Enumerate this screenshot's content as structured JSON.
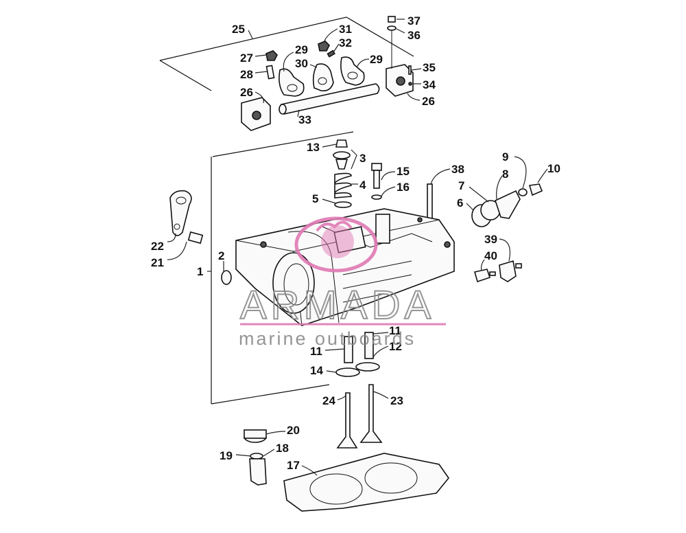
{
  "watermark": {
    "brand": "ARMADA",
    "tagline": "marine outboards",
    "accent_color": "#e07ab4",
    "text_color": "#8a8a8a"
  },
  "callouts": {
    "c1": "1",
    "c2": "2",
    "c3": "3",
    "c4": "4",
    "c5": "5",
    "c6": "6",
    "c7": "7",
    "c8": "8",
    "c9": "9",
    "c10": "10",
    "c11a": "11",
    "c11b": "11",
    "c12": "12",
    "c13": "13",
    "c14": "14",
    "c15": "15",
    "c16": "16",
    "c17": "17",
    "c18": "18",
    "c19": "19",
    "c20": "20",
    "c21": "21",
    "c22": "22",
    "c23": "23",
    "c24": "24",
    "c25": "25",
    "c26a": "26",
    "c26b": "26",
    "c27": "27",
    "c28": "28",
    "c29a": "29",
    "c29b": "29",
    "c30": "30",
    "c31": "31",
    "c32": "32",
    "c33": "33",
    "c34": "34",
    "c35": "35",
    "c36": "36",
    "c37": "37",
    "c38": "38",
    "c39": "39",
    "c40": "40"
  }
}
